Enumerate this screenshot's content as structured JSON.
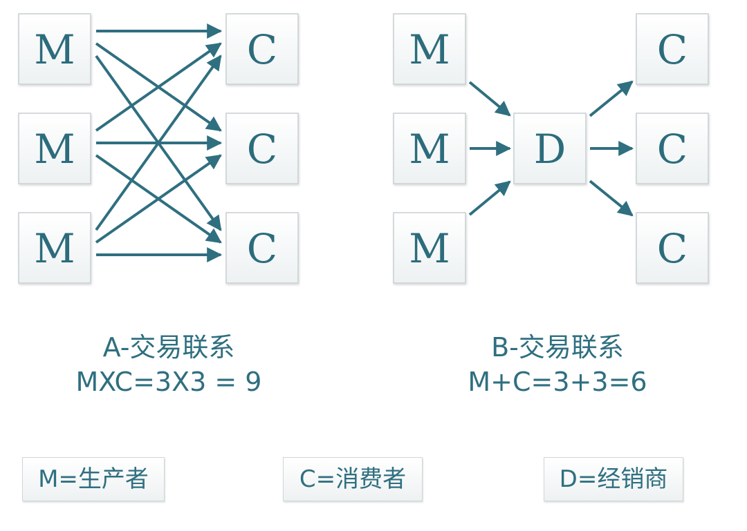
{
  "colors": {
    "accent": "#2f6f80",
    "node_text": "#2c6c7c",
    "node_border": "#c7cfd2"
  },
  "diagram_a": {
    "nodes": [
      {
        "id": "a-m1",
        "label": "M"
      },
      {
        "id": "a-m2",
        "label": "M"
      },
      {
        "id": "a-m3",
        "label": "M"
      },
      {
        "id": "a-c1",
        "label": "C"
      },
      {
        "id": "a-c2",
        "label": "C"
      },
      {
        "id": "a-c3",
        "label": "C"
      }
    ],
    "edges": [
      [
        "a-m1",
        "a-c1"
      ],
      [
        "a-m1",
        "a-c2"
      ],
      [
        "a-m1",
        "a-c3"
      ],
      [
        "a-m2",
        "a-c1"
      ],
      [
        "a-m2",
        "a-c2"
      ],
      [
        "a-m2",
        "a-c3"
      ],
      [
        "a-m3",
        "a-c1"
      ],
      [
        "a-m3",
        "a-c2"
      ],
      [
        "a-m3",
        "a-c3"
      ]
    ],
    "caption_title": "A-交易联系",
    "caption_formula": "MXC=3X3 = 9"
  },
  "diagram_b": {
    "nodes": [
      {
        "id": "b-m1",
        "label": "M"
      },
      {
        "id": "b-m2",
        "label": "M"
      },
      {
        "id": "b-m3",
        "label": "M"
      },
      {
        "id": "b-d",
        "label": "D"
      },
      {
        "id": "b-c1",
        "label": "C"
      },
      {
        "id": "b-c2",
        "label": "C"
      },
      {
        "id": "b-c3",
        "label": "C"
      }
    ],
    "edges": [
      [
        "b-m1",
        "b-d"
      ],
      [
        "b-m2",
        "b-d"
      ],
      [
        "b-m3",
        "b-d"
      ],
      [
        "b-d",
        "b-c1"
      ],
      [
        "b-d",
        "b-c2"
      ],
      [
        "b-d",
        "b-c3"
      ]
    ],
    "caption_title": "B-交易联系",
    "caption_formula": "M+C=3+3=6"
  },
  "legend": {
    "m": "M=生产者",
    "c": "C=消费者",
    "d": "D=经销商"
  }
}
